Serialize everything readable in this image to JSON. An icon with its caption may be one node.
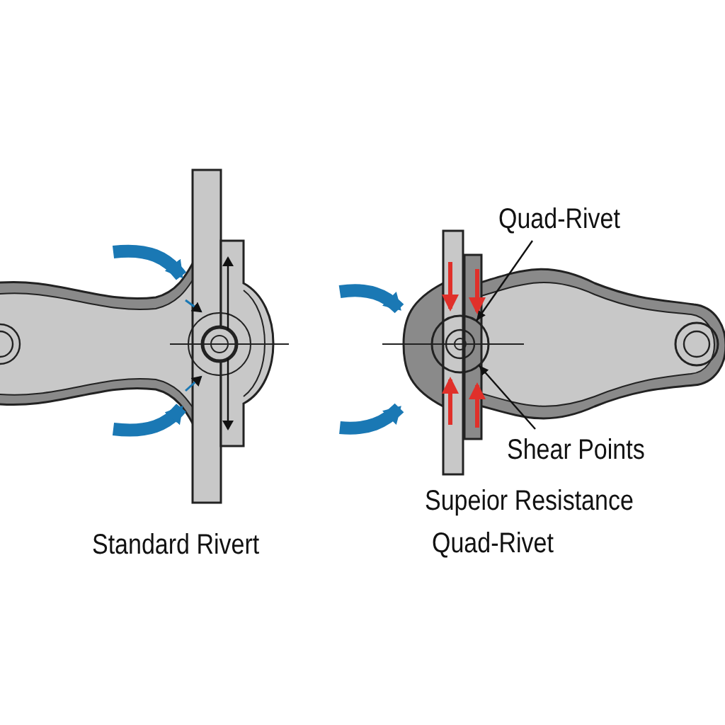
{
  "diagram": {
    "nodes": [
      {
        "text": [
          "Quad-Rivet"
        ]
      },
      {
        "text": [],
        "shape": "circle"
      },
      {
        "text": [
          "Shear Points"
        ]
      }
    ],
    "edges": [
      {
        "from": 0,
        "to": 1,
        "arrow": "to"
      },
      {
        "from": 2,
        "to": 1,
        "arrow": "to"
      }
    ],
    "labels": [
      "Standard Rivert",
      "Supeior Resistance",
      "Quad-Rivet"
    ]
  }
}
